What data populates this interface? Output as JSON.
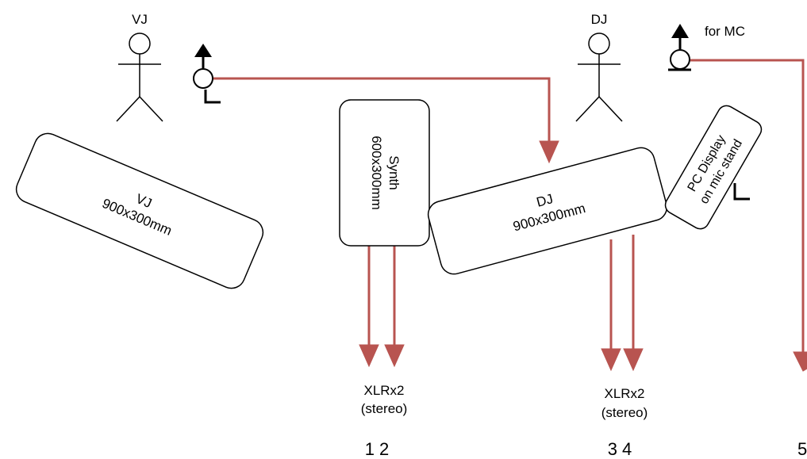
{
  "people": {
    "vj_label": "VJ",
    "dj_label": "DJ"
  },
  "mic": {
    "for_mc_label": "for MC"
  },
  "tables": {
    "vj_name": "VJ",
    "vj_size": "900x300mm",
    "dj_name": "DJ",
    "dj_size": "900x300mm",
    "synth_name": "Synth",
    "synth_size": "600x300mm",
    "pc_display_line1": "PC Display",
    "pc_display_line2": "on mic stand"
  },
  "outputs": {
    "synth_out_line1": "XLRx2",
    "synth_out_line2": "(stereo)",
    "dj_out_line1": "XLRx2",
    "dj_out_line2": "(stereo)",
    "channels_12": "1 2",
    "channels_34": "3 4",
    "channel_5": "5"
  },
  "colors": {
    "cable": "#b85450",
    "outline": "#000000"
  }
}
